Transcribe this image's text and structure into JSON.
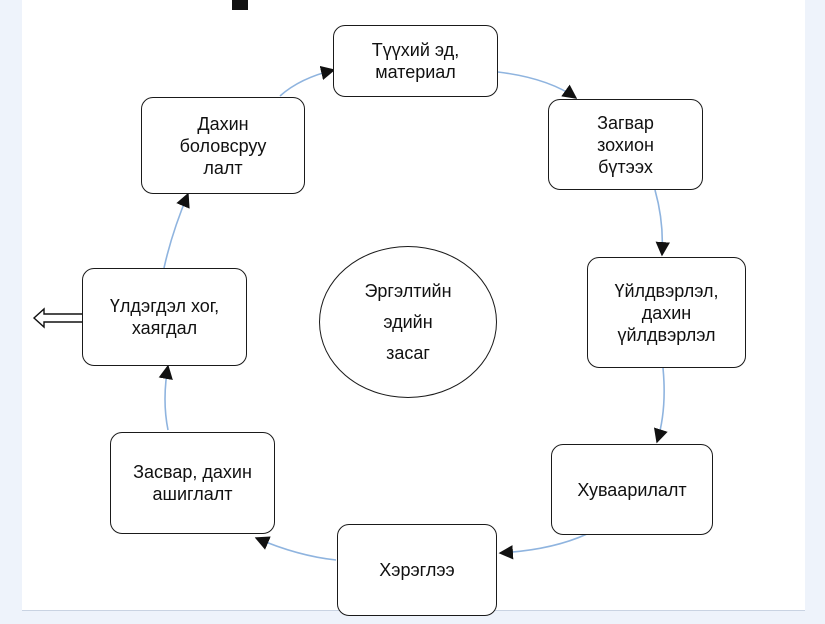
{
  "diagram": {
    "center": {
      "lines": [
        "Эргэлтийн",
        "эдийн",
        "засаг"
      ]
    },
    "nodes": {
      "raw_material": {
        "lines": [
          "Түүхий эд,",
          "материал"
        ]
      },
      "design": {
        "lines": [
          "Загвар",
          "зохион",
          "бүтээх"
        ]
      },
      "production": {
        "lines": [
          "Үйлдвэрлэл,",
          "дахин",
          "үйлдвэрлэл"
        ]
      },
      "distribution": {
        "lines": [
          "Хуваарилалт"
        ]
      },
      "consumption": {
        "lines": [
          "Хэрэглээ"
        ]
      },
      "repair_reuse": {
        "lines": [
          "Засвар, дахин",
          "ашиглалт"
        ]
      },
      "residual_waste": {
        "lines": [
          "Үлдэгдэл хог,",
          "хаягдал"
        ]
      },
      "recycling": {
        "lines": [
          "Дахин",
          "боловсруу",
          "лалт"
        ]
      }
    },
    "colors": {
      "connector": "#8fb4df",
      "arrowhead": "#111111",
      "border": "#1a1a1a",
      "outer_background": "#eef3fb"
    }
  }
}
